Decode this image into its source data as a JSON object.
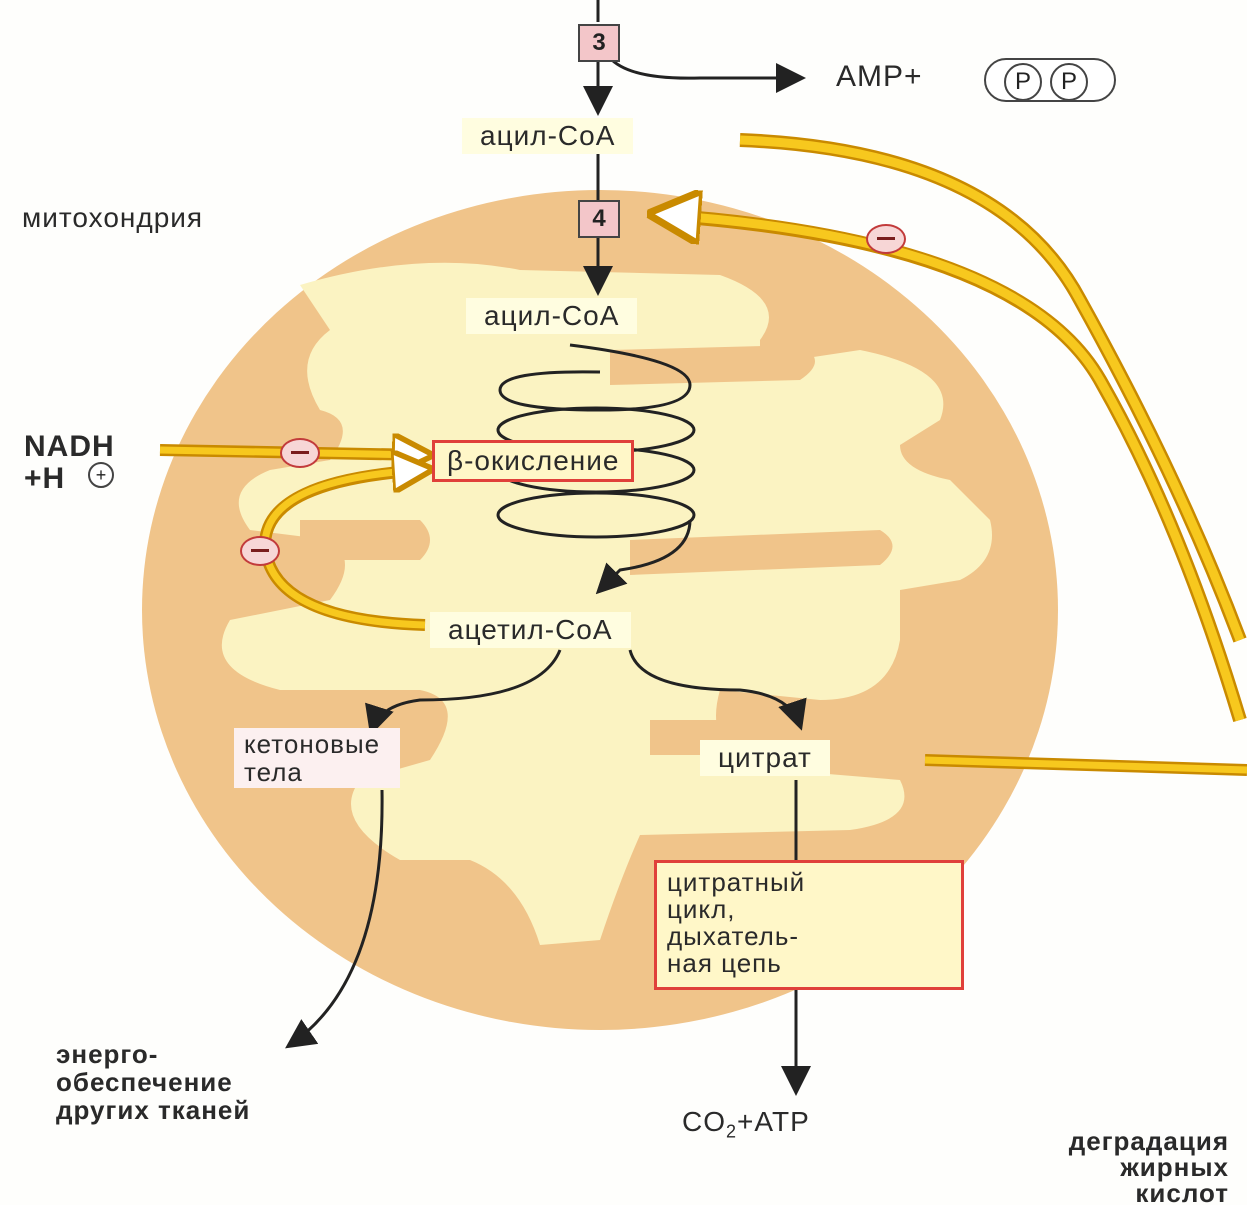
{
  "labels": {
    "enzyme3": "3",
    "enzyme4": "4",
    "amp": "AMP+",
    "p1": "P",
    "p2": "P",
    "acyl_coa_top": "ацил-CoA",
    "mitochondrion": "митохондрия",
    "acyl_coa_inner": "ацил-CoA",
    "nadh_line1": "NADH",
    "nadh_line2": "+H",
    "plus_sign": "+",
    "beta_oxidation": "β-окисление",
    "acetyl_coa": "ацетил-CoA",
    "ketone_line1": "кетоновые",
    "ketone_line2": "тела",
    "citrate": "цитрат",
    "cycle_line1": "цитратный",
    "cycle_line2": "цикл,",
    "cycle_line3": "дыхатель-",
    "cycle_line4": "ная цепь",
    "energy_line1": "энерго-",
    "energy_line2": "обеспечение",
    "energy_line3": "других тканей",
    "co2_prefix": "CO",
    "co2_sub": "2",
    "co2_suffix": "+ATP",
    "degradation_line1": "деградация",
    "degradation_line2": "жирных",
    "degradation_line3": "кислот"
  },
  "colors": {
    "membrane": "#f0c48a",
    "matrix": "#fbf3c2",
    "feedback_line": "#f7c81e",
    "inhibitor": "#c23b3b"
  }
}
